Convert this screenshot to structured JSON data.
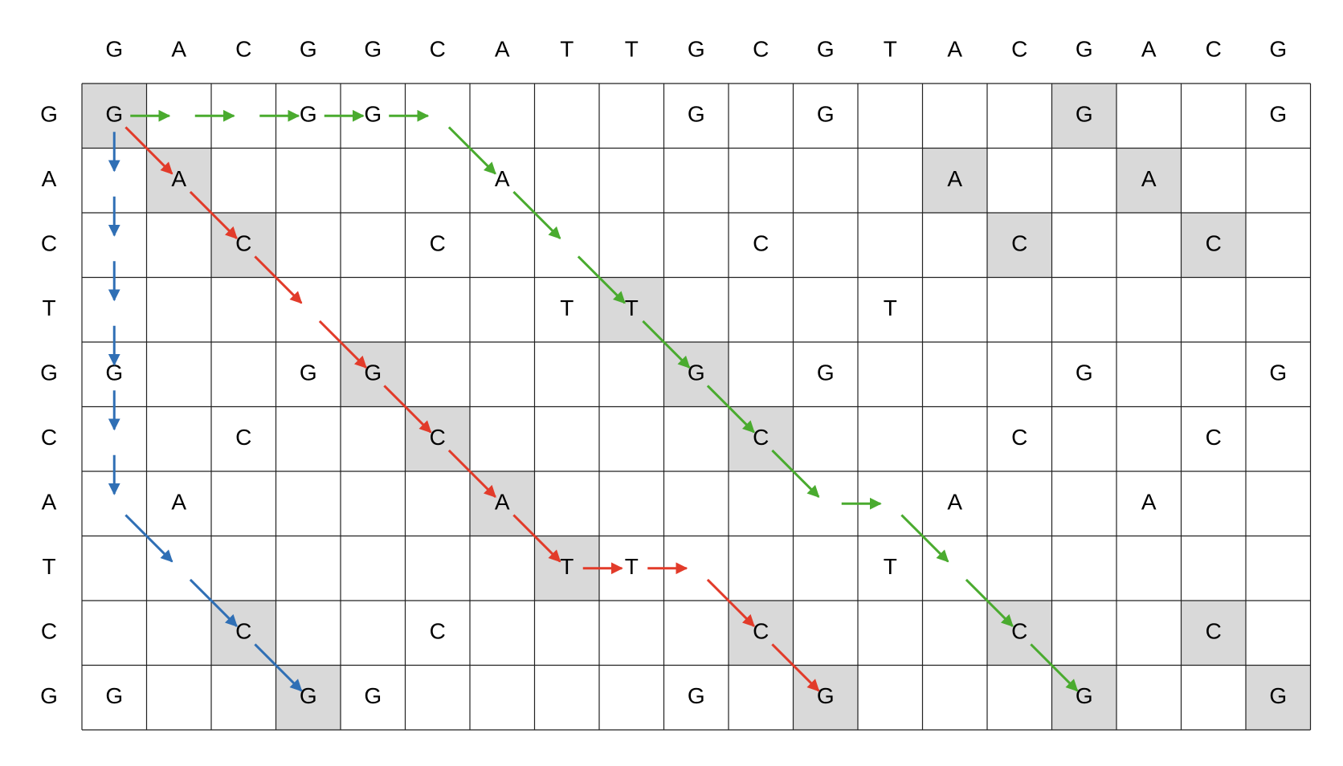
{
  "top_sequence": [
    "G",
    "A",
    "C",
    "G",
    "G",
    "C",
    "A",
    "T",
    "T",
    "G",
    "C",
    "G",
    "T",
    "A",
    "C",
    "G",
    "A",
    "C",
    "G"
  ],
  "left_sequence": [
    "G",
    "A",
    "C",
    "T",
    "G",
    "C",
    "A",
    "T",
    "C",
    "G"
  ],
  "colors": {
    "highlight": "#d9d9d9",
    "grid_line": "#222222",
    "green_path": "#4aab2f",
    "red_path": "#e23b2a",
    "blue_path": "#2f6fb5"
  },
  "highlighted_cells": [
    [
      0,
      0
    ],
    [
      0,
      15
    ],
    [
      1,
      1
    ],
    [
      1,
      13
    ],
    [
      1,
      16
    ],
    [
      2,
      2
    ],
    [
      2,
      14
    ],
    [
      2,
      17
    ],
    [
      3,
      8
    ],
    [
      4,
      4
    ],
    [
      4,
      9
    ],
    [
      5,
      5
    ],
    [
      5,
      10
    ],
    [
      6,
      6
    ],
    [
      7,
      7
    ],
    [
      8,
      2
    ],
    [
      8,
      10
    ],
    [
      8,
      14
    ],
    [
      8,
      17
    ],
    [
      9,
      3
    ],
    [
      9,
      11
    ],
    [
      9,
      15
    ],
    [
      9,
      18
    ]
  ],
  "paths": {
    "green": {
      "color_key": "green_path",
      "moves": [
        [
          [
            0,
            0
          ],
          [
            0,
            1
          ]
        ],
        [
          [
            0,
            1
          ],
          [
            0,
            2
          ]
        ],
        [
          [
            0,
            2
          ],
          [
            0,
            3
          ]
        ],
        [
          [
            0,
            3
          ],
          [
            0,
            4
          ]
        ],
        [
          [
            0,
            4
          ],
          [
            0,
            5
          ]
        ],
        [
          [
            0,
            5
          ],
          [
            1,
            6
          ]
        ],
        [
          [
            1,
            6
          ],
          [
            2,
            7
          ]
        ],
        [
          [
            2,
            7
          ],
          [
            3,
            8
          ]
        ],
        [
          [
            3,
            8
          ],
          [
            4,
            9
          ]
        ],
        [
          [
            4,
            9
          ],
          [
            5,
            10
          ]
        ],
        [
          [
            5,
            10
          ],
          [
            6,
            11
          ]
        ],
        [
          [
            6,
            11
          ],
          [
            6,
            12
          ]
        ],
        [
          [
            6,
            12
          ],
          [
            7,
            13
          ]
        ],
        [
          [
            7,
            13
          ],
          [
            8,
            14
          ]
        ],
        [
          [
            8,
            14
          ],
          [
            9,
            15
          ]
        ]
      ]
    },
    "red": {
      "color_key": "red_path",
      "moves": [
        [
          [
            0,
            0
          ],
          [
            1,
            1
          ]
        ],
        [
          [
            1,
            1
          ],
          [
            2,
            2
          ]
        ],
        [
          [
            2,
            2
          ],
          [
            3,
            3
          ]
        ],
        [
          [
            3,
            3
          ],
          [
            4,
            4
          ]
        ],
        [
          [
            4,
            4
          ],
          [
            5,
            5
          ]
        ],
        [
          [
            5,
            5
          ],
          [
            6,
            6
          ]
        ],
        [
          [
            6,
            6
          ],
          [
            7,
            7
          ]
        ],
        [
          [
            7,
            7
          ],
          [
            7,
            8
          ]
        ],
        [
          [
            7,
            8
          ],
          [
            7,
            9
          ]
        ],
        [
          [
            7,
            9
          ],
          [
            8,
            10
          ]
        ],
        [
          [
            8,
            10
          ],
          [
            9,
            11
          ]
        ]
      ]
    },
    "blue": {
      "color_key": "blue_path",
      "moves": [
        [
          [
            0,
            0
          ],
          [
            1,
            0
          ]
        ],
        [
          [
            1,
            0
          ],
          [
            2,
            0
          ]
        ],
        [
          [
            2,
            0
          ],
          [
            3,
            0
          ]
        ],
        [
          [
            3,
            0
          ],
          [
            4,
            0
          ]
        ],
        [
          [
            4,
            0
          ],
          [
            5,
            0
          ]
        ],
        [
          [
            5,
            0
          ],
          [
            6,
            0
          ]
        ],
        [
          [
            6,
            0
          ],
          [
            7,
            1
          ]
        ],
        [
          [
            7,
            1
          ],
          [
            8,
            2
          ]
        ],
        [
          [
            8,
            2
          ],
          [
            9,
            3
          ]
        ]
      ]
    }
  }
}
